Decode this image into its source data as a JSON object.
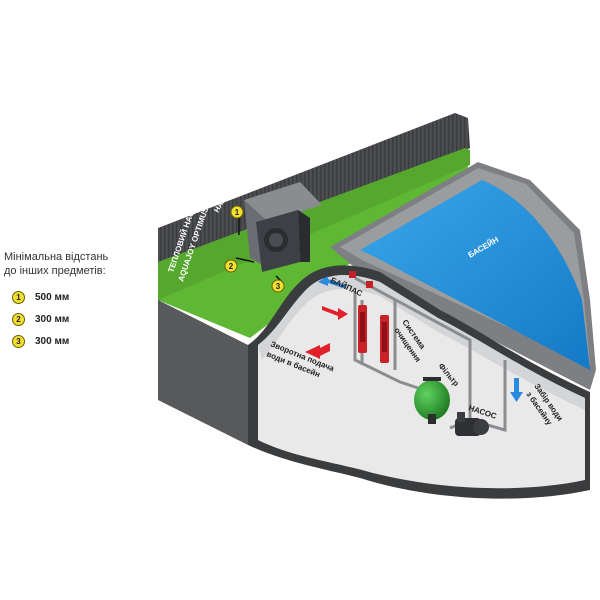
{
  "legend": {
    "title_line1": "Мінімальна відстань",
    "title_line2": "до інших предметів:",
    "items": [
      {
        "num": "1",
        "value": "500 мм"
      },
      {
        "num": "2",
        "value": "300 мм"
      },
      {
        "num": "3",
        "value": "300 мм"
      }
    ]
  },
  "labels": {
    "canopy": "НАВІС",
    "heat_pump_line1": "ТЕПЛОВИЙ НАСОС",
    "heat_pump_line2": "AQUAJOY OPTIMUS",
    "pool": "БАСЕЙН",
    "bypass": "БАЙПАС",
    "cleaning_line1": "Система",
    "cleaning_line2": "очищення",
    "filter": "Фільтр",
    "pump": "НАСОС",
    "intake_line1": "Забір води",
    "intake_line2": "з басейну",
    "return_line1": "Зворотна подача",
    "return_line2": "води в басейн"
  },
  "colors": {
    "grass": "#5fb834",
    "pool_water": "#1a8fde",
    "badge": "#f1e032",
    "arrow_red": "#e0202a",
    "arrow_blue": "#2a8ae0",
    "filter_green": "#3aa33a"
  }
}
